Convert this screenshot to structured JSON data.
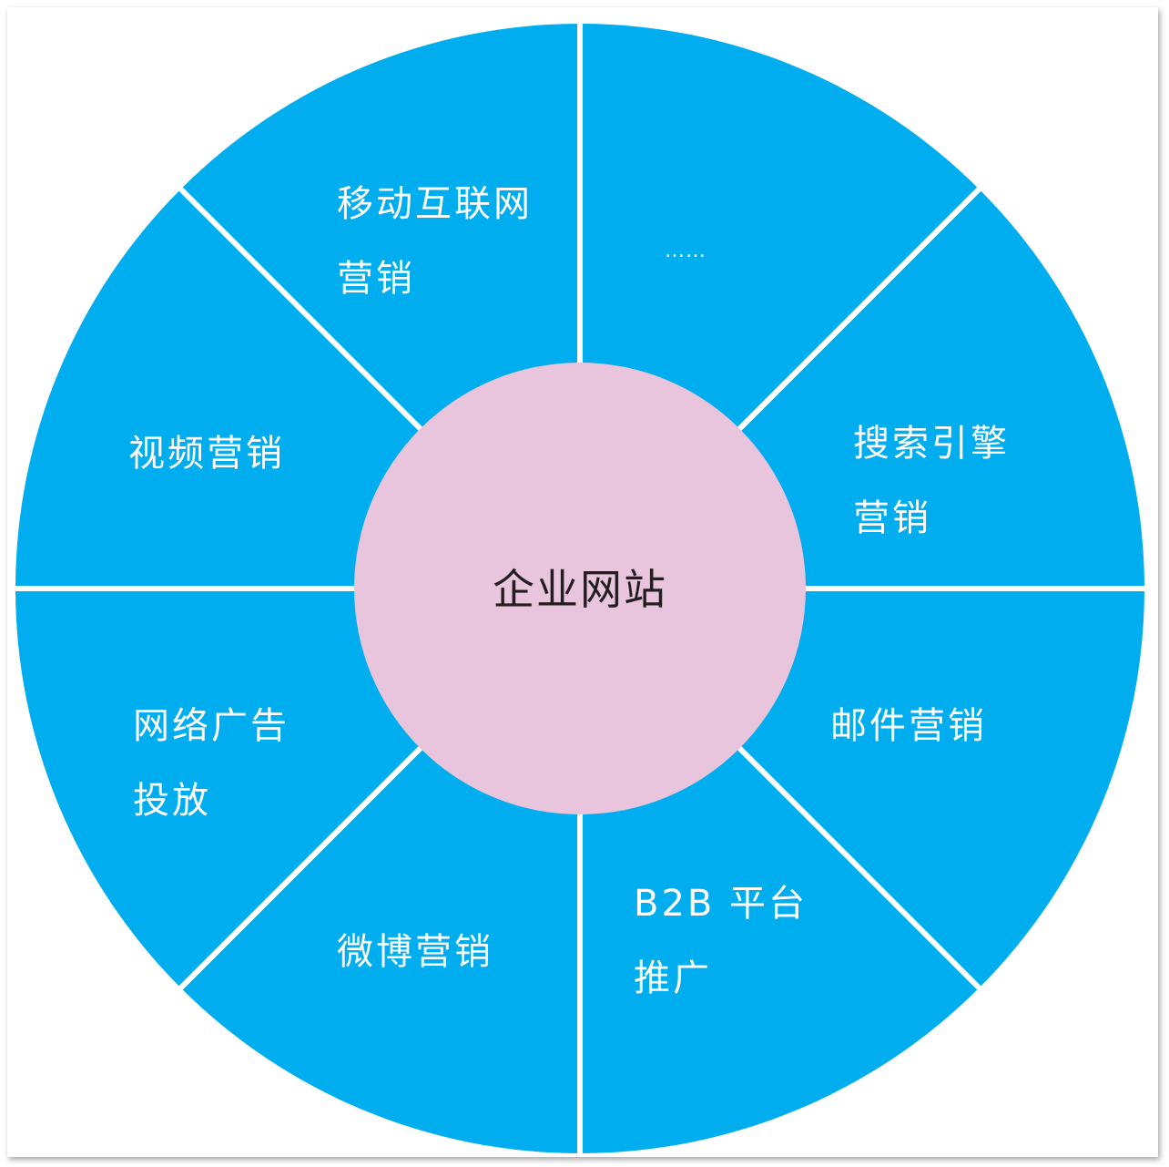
{
  "diagram": {
    "center": {
      "label": "企业网站",
      "color": "#e8c5dc"
    },
    "ring_color": "#00aeef",
    "divider_color": "#ffffff",
    "segments": [
      {
        "id": "ellipsis",
        "lines": [
          "……"
        ]
      },
      {
        "id": "search-engine-marketing",
        "lines": [
          "搜索引擎",
          "营销"
        ]
      },
      {
        "id": "email-marketing",
        "lines": [
          "邮件营销"
        ]
      },
      {
        "id": "b2b-platform-promotion",
        "lines": [
          "B2B 平台",
          "推广"
        ]
      },
      {
        "id": "weibo-marketing",
        "lines": [
          "微博营销"
        ]
      },
      {
        "id": "online-ad-placement",
        "lines": [
          "网络广告",
          "投放"
        ]
      },
      {
        "id": "video-marketing",
        "lines": [
          "视频营销"
        ]
      },
      {
        "id": "mobile-internet-marketing",
        "lines": [
          "移动互联网",
          "营销"
        ]
      }
    ]
  }
}
